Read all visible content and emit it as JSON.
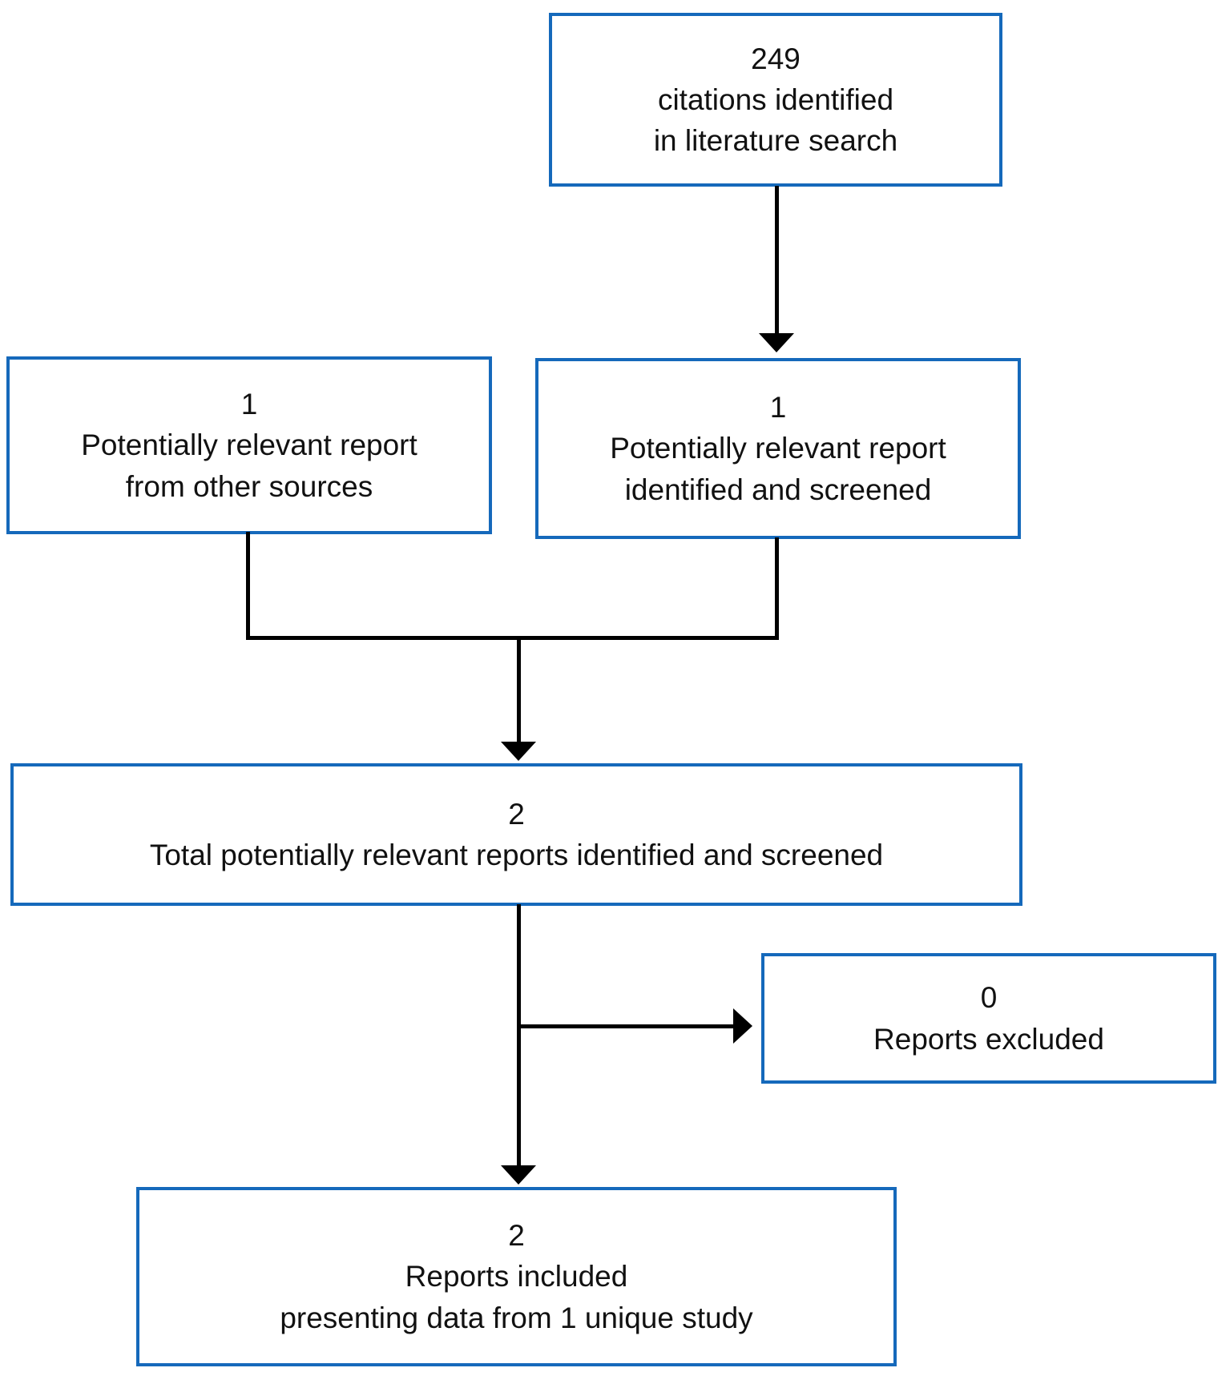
{
  "colors": {
    "box_border": "#1569bb",
    "line": "#000000",
    "text": "#111111",
    "background": "#ffffff"
  },
  "diagram": {
    "type": "flowchart",
    "boxes": {
      "citations": {
        "lines": [
          "249",
          "citations identified",
          "in literature search"
        ]
      },
      "other_sources": {
        "lines": [
          "1",
          "Potentially relevant report",
          "from other sources"
        ]
      },
      "screened": {
        "lines": [
          "1",
          "Potentially relevant report",
          "identified and screened"
        ]
      },
      "total": {
        "lines": [
          "2",
          "Total potentially relevant reports identified and screened"
        ]
      },
      "excluded": {
        "lines": [
          "0",
          "Reports excluded"
        ]
      },
      "included": {
        "lines": [
          "2",
          "Reports included",
          "presenting data from 1 unique study"
        ]
      }
    },
    "edges": [
      {
        "from": "citations",
        "to": "screened"
      },
      {
        "from": "other_sources",
        "to": "total"
      },
      {
        "from": "screened",
        "to": "total"
      },
      {
        "from": "total",
        "to": "excluded"
      },
      {
        "from": "total",
        "to": "included"
      }
    ]
  }
}
